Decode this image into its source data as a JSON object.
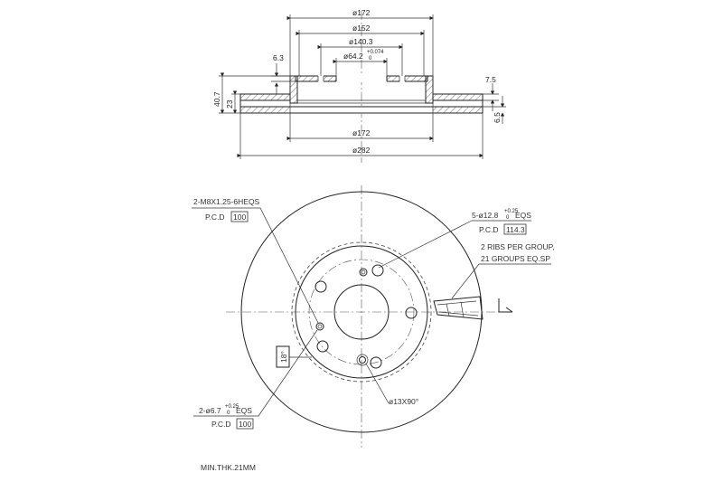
{
  "section_view": {
    "dims": {
      "d172_top": "ø172",
      "d152": "ø152",
      "d140_3": "ø140.3",
      "d64_2": "ø64.2",
      "d64_2_tol_upper": "+0.074",
      "d64_2_tol_lower": "0",
      "d6_3": "6.3",
      "d7_5": "7.5",
      "d40_7": "40.7",
      "d23": "23",
      "d6_5": "6.5",
      "d172_bottom": "ø172",
      "d282": "ø282"
    }
  },
  "front_view": {
    "note_threads": {
      "line1": "2-M8X1.25-6HEQS",
      "pcd_label": "P.C.D",
      "pcd_value": "100"
    },
    "note_bolt_holes": {
      "prefix": "5-ø12.8",
      "tol_upper": "+0.25",
      "tol_lower": "0",
      "suffix": "EQS",
      "pcd_label": "P.C.D",
      "pcd_value": "114.3"
    },
    "note_ribs": {
      "line1": "2 RIBS PER GROUP,",
      "line2": "21 GROUPS EQ.SP"
    },
    "note_pins": {
      "prefix": "2-ø6.7",
      "tol_upper": "+0.25",
      "tol_lower": "0",
      "suffix": "EQS",
      "pcd_label": "P.C.D",
      "pcd_value": "100"
    },
    "note_chamfer": "ø13X90°",
    "note_rotated": "18°",
    "min_thickness": "MIN.THK.21MM"
  }
}
